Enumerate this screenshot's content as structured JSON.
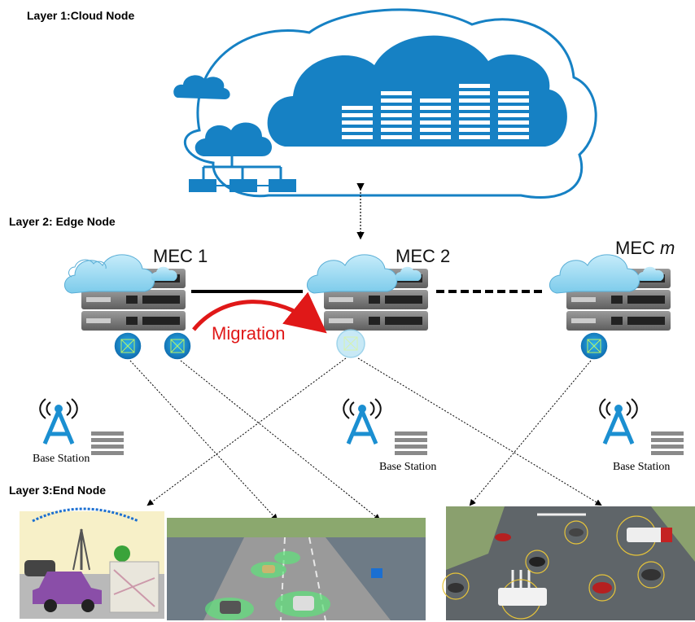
{
  "layers": {
    "cloud": "Layer 1:Cloud Node",
    "edge": "Layer 2: Edge Node",
    "end": "Layer 3:End Node"
  },
  "mec_nodes": [
    {
      "label": "MEC 1"
    },
    {
      "label": "MEC 2"
    },
    {
      "label_prefix": "MEC ",
      "label_var": "m"
    }
  ],
  "migration_label": "Migration",
  "base_stations": [
    {
      "label": "Base Station"
    },
    {
      "label": "Base Station"
    },
    {
      "label": "Base Station"
    }
  ],
  "colors": {
    "cloud_blue": "#1681c4",
    "cloud_light": "#9fd8ef",
    "server_gray": "#7d7d7d",
    "migration_red": "#e01818",
    "tower_blue": "#1b8fd1"
  },
  "end_nodes": [
    {
      "icon": "car-network-illustration"
    },
    {
      "icon": "highway-connected-cars-photo"
    },
    {
      "icon": "intersection-connected-vehicles-photo"
    }
  ]
}
